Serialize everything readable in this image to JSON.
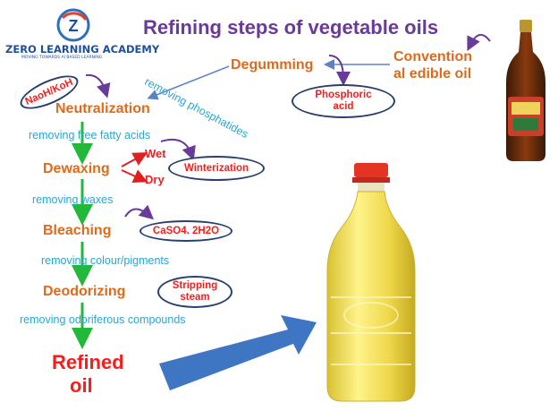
{
  "logo": {
    "name": "ZERO LEARNING ACADEMY",
    "tagline": "MOVING TOWARDS AI BASED LEARNING"
  },
  "title": "Refining steps of vegetable oils",
  "source_oil": {
    "line1": "Convention",
    "line2": "al edible oil"
  },
  "steps": [
    {
      "label": "Degumming"
    },
    {
      "label": "Neutralization"
    },
    {
      "label": "Dewaxing"
    },
    {
      "label": "Bleaching"
    },
    {
      "label": "Deodorizing"
    }
  ],
  "descriptions": {
    "phosphatides": "removing phosphatides",
    "ffa": "removing free fatty acids",
    "waxes": "removing waxes",
    "colour": "removing colour/pigments",
    "odor": "removing odoriferous compounds"
  },
  "reagents": {
    "phosphoric": {
      "line1": "Phosphoric",
      "line2": "acid"
    },
    "naoh": "NaoH/KoH",
    "winterization": "Winterization",
    "caso4": "CaSO4. 2H2O",
    "stripping": {
      "line1": "Stripping",
      "line2": "steam"
    }
  },
  "dewaxing_options": {
    "wet": "Wet",
    "dry": "Dry"
  },
  "result": {
    "line1": "Refined",
    "line2": "oil"
  },
  "colors": {
    "title": "#6a3a9a",
    "step": "#e06a1a",
    "description": "#2aa6d6",
    "reagent_text": "#ff1a1a",
    "flow_arrow": "#22b83a",
    "big_arrow": "#3f76c4",
    "oval_border": "#2a3f6e"
  }
}
